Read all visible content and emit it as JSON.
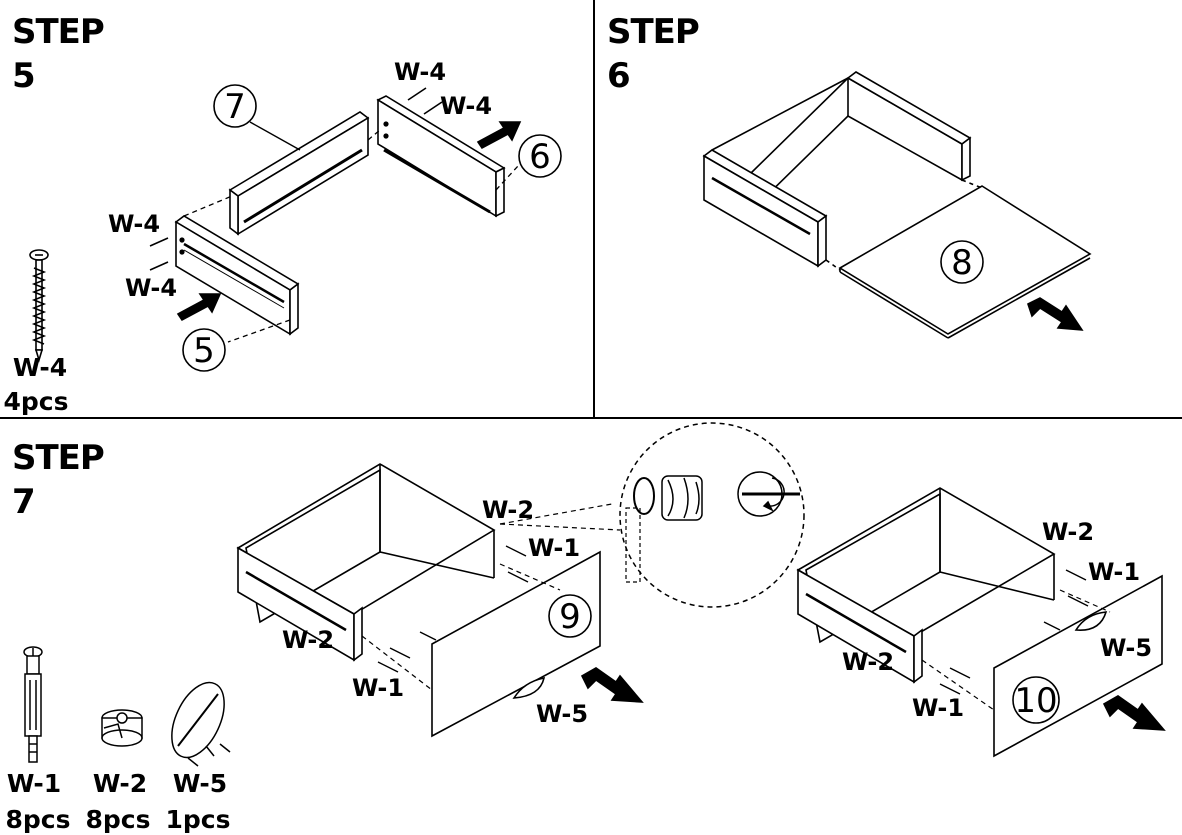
{
  "steps": [
    {
      "word": "STEP",
      "number": "5"
    },
    {
      "word": "STEP",
      "number": "6"
    },
    {
      "word": "STEP",
      "number": "7"
    }
  ],
  "parts": {
    "p5": "5",
    "p6": "6",
    "p7": "7",
    "p8": "8",
    "p9": "9",
    "p10": "10"
  },
  "hardware_codes": {
    "w1": "W-1",
    "w2": "W-2",
    "w4": "W-4",
    "w5": "W-5"
  },
  "hardware_legend": {
    "step5": [
      {
        "code": "W-4",
        "qty": "4pcs"
      }
    ],
    "step7": [
      {
        "code": "W-1",
        "qty": "8pcs"
      },
      {
        "code": "W-2",
        "qty": "8pcs"
      },
      {
        "code": "W-5",
        "qty": "1pcs"
      }
    ]
  }
}
